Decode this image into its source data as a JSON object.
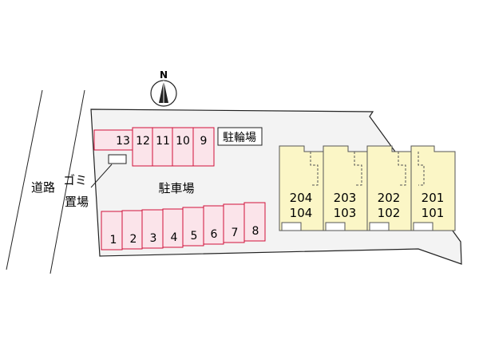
{
  "map": {
    "road_label": "道路",
    "garbage_label_line1": "ゴミ",
    "garbage_label_line2": "置場",
    "parking_label": "駐車場",
    "bicycle_label": "駐輪場",
    "north_label": "N",
    "parking_spaces_bottom": [
      "1",
      "2",
      "3",
      "4",
      "5",
      "6",
      "7",
      "8"
    ],
    "parking_space_13": "13",
    "parking_spaces_top": [
      "12",
      "11",
      "10",
      "9"
    ],
    "units": [
      {
        "upper": "204",
        "lower": "104"
      },
      {
        "upper": "203",
        "lower": "103"
      },
      {
        "upper": "202",
        "lower": "102"
      },
      {
        "upper": "201",
        "lower": "101"
      }
    ],
    "colors": {
      "parking_fill": "#fbe4ea",
      "parking_stroke": "#d0103a",
      "building_fill": "#fbf6c6",
      "lot_fill": "#f3f3f3"
    }
  }
}
